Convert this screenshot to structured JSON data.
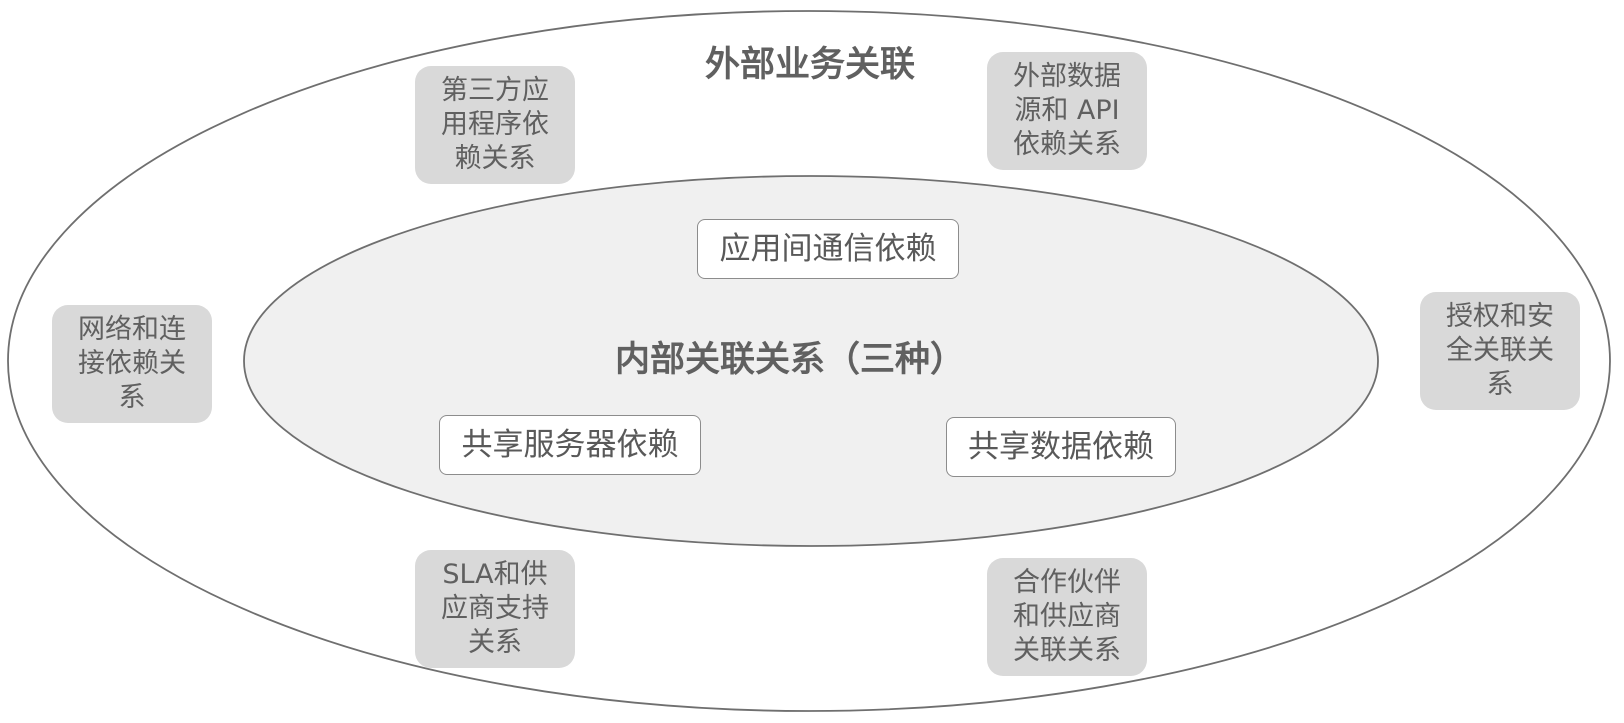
{
  "diagram": {
    "outer": {
      "title": "外部业务关联",
      "fill": "#ffffff",
      "stroke": "#6f6f6f",
      "items": [
        {
          "label": "第三方应\n用程序依\n赖关系"
        },
        {
          "label": "外部数据\n源和 API\n依赖关系"
        },
        {
          "label": "网络和连\n接依赖关\n系"
        },
        {
          "label": "授权和安\n全关联关\n系"
        },
        {
          "label": "SLA和供\n应商支持\n关系"
        },
        {
          "label": "合作伙伴\n和供应商\n关联关系"
        }
      ]
    },
    "inner": {
      "title": "内部关联关系（三种）",
      "fill": "#f0f0f0",
      "stroke": "#6f6f6f",
      "items": [
        {
          "label": "应用间通信依赖"
        },
        {
          "label": "共享服务器依赖"
        },
        {
          "label": "共享数据依赖"
        }
      ]
    },
    "colors": {
      "external_box": "#d9d9d9",
      "internal_box": "#ffffff",
      "internal_box_border": "#8c8c8c",
      "text": "#595959"
    }
  }
}
